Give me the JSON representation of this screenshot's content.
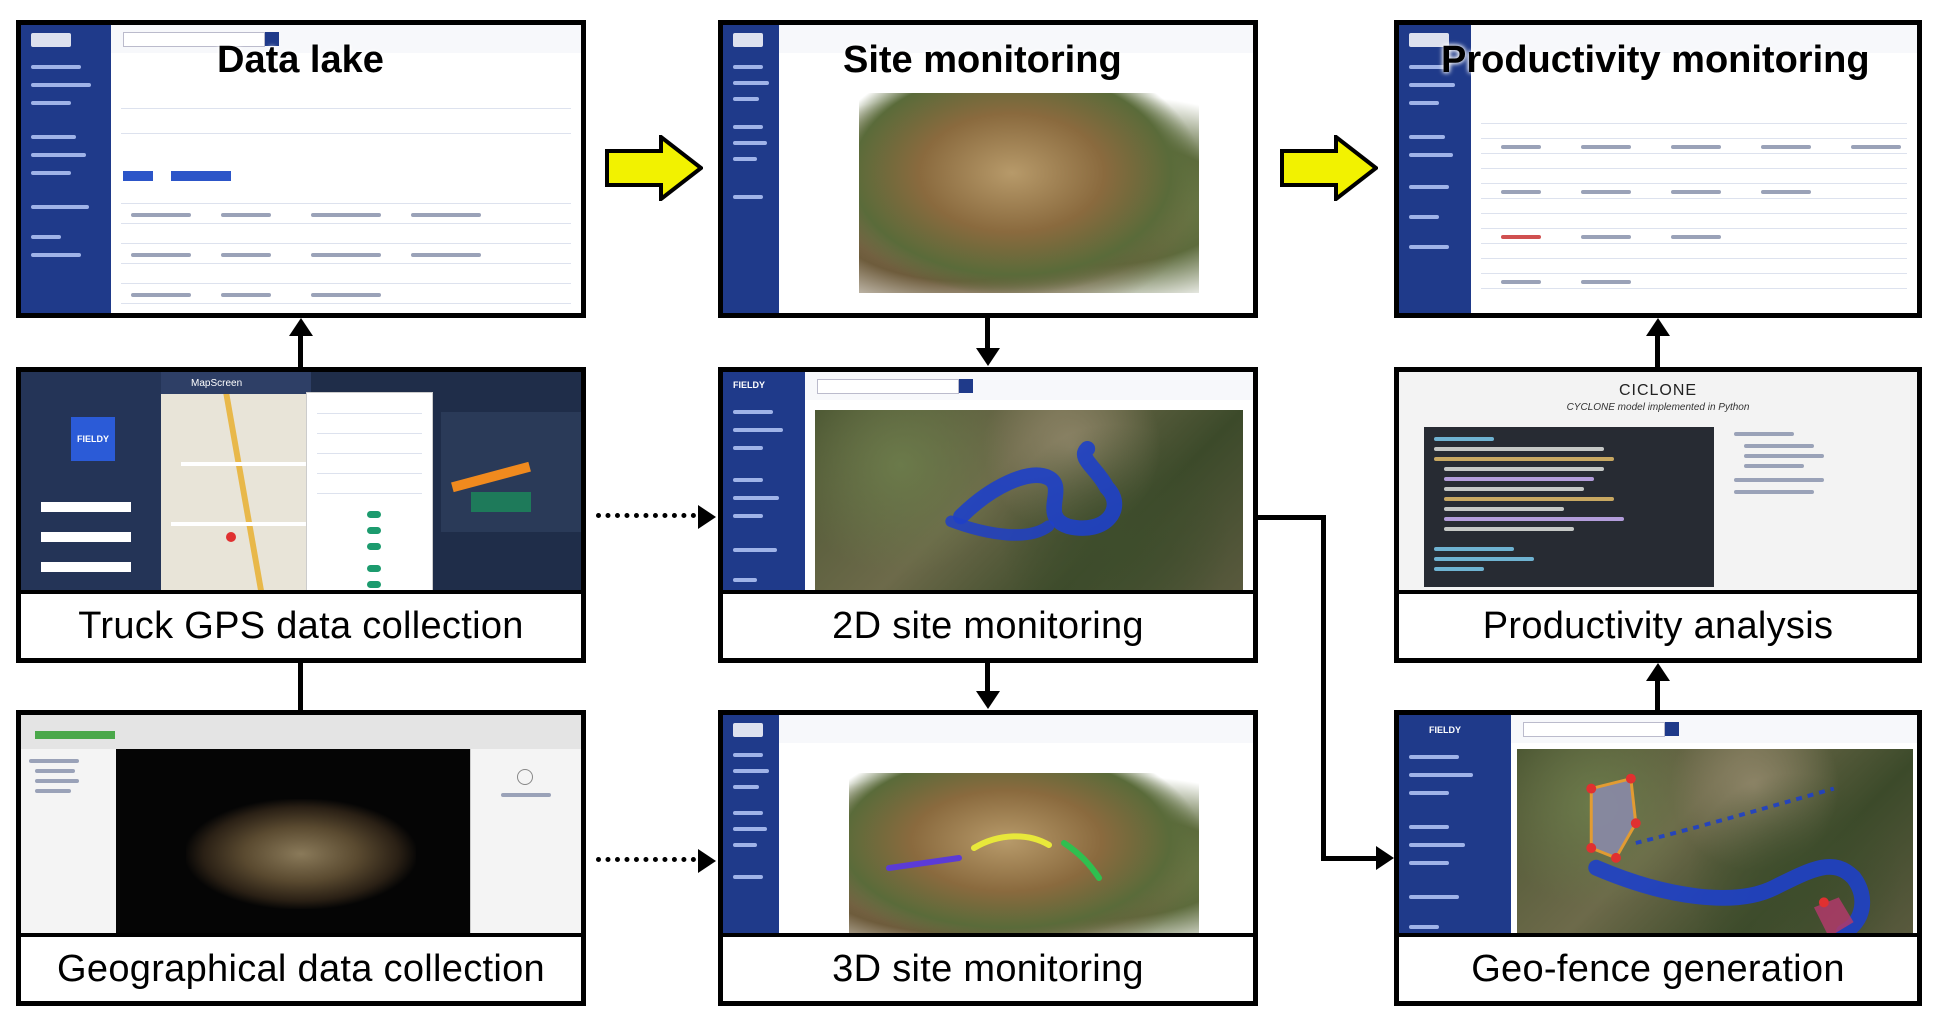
{
  "panels": {
    "data_lake": {
      "title": "Data lake"
    },
    "site_monitoring": {
      "title": "Site monitoring"
    },
    "productivity_monitoring": {
      "title": "Productivity monitoring"
    },
    "truck_gps": {
      "caption": "Truck GPS data collection",
      "app_title": "MapScreen",
      "logo_text": "FIELDY"
    },
    "two_d_site": {
      "caption": "2D site monitoring",
      "brand": "FIELDY"
    },
    "productivity_analysis": {
      "caption": "Productivity analysis",
      "heading": "CICLONE",
      "subheading": "CYCLONE model implemented in Python"
    },
    "geographical": {
      "caption": "Geographical data collection"
    },
    "three_d_site": {
      "caption": "3D site monitoring"
    },
    "geo_fence": {
      "caption": "Geo-fence generation",
      "brand": "FIELDY"
    }
  },
  "colors": {
    "border": "#000000",
    "sidebar": "#1f3a8a",
    "yellow_arrow": "#f2f200",
    "route_blue": "#1e40c8"
  }
}
